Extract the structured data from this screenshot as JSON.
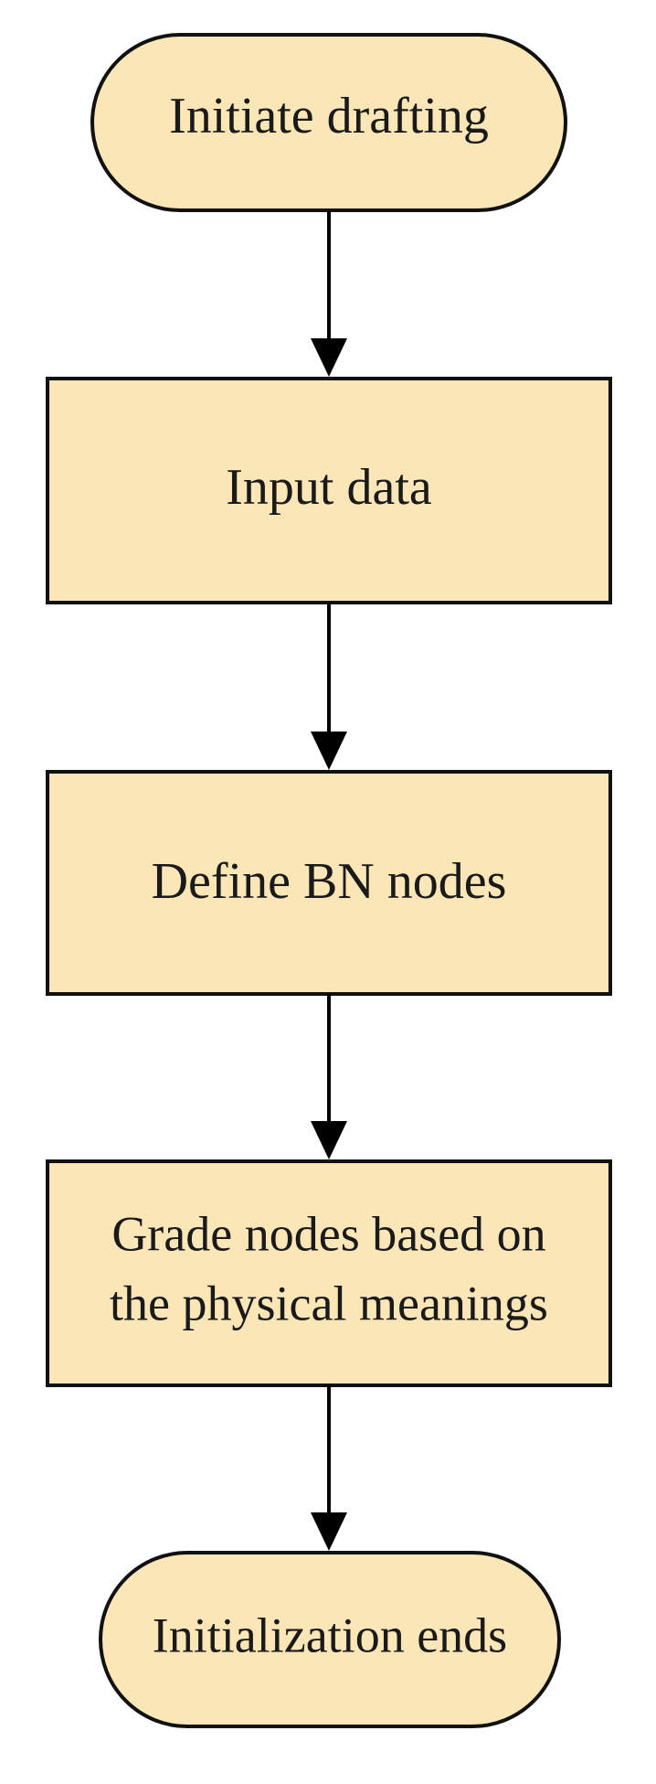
{
  "colors": {
    "node_fill": "#fbe6b8",
    "node_stroke": "#111111",
    "arrow": "#000000",
    "background": "#ffffff"
  },
  "nodes": {
    "start": {
      "label": "Initiate drafting",
      "shape": "terminal"
    },
    "input": {
      "label": "Input data",
      "shape": "process"
    },
    "define": {
      "label": "Define BN nodes",
      "shape": "process"
    },
    "grade": {
      "label_line1": "Grade nodes based on",
      "label_line2": "the physical meanings",
      "shape": "process"
    },
    "end": {
      "label": "Initialization ends",
      "shape": "terminal"
    }
  },
  "edges": [
    {
      "from": "start",
      "to": "input"
    },
    {
      "from": "input",
      "to": "define"
    },
    {
      "from": "define",
      "to": "grade"
    },
    {
      "from": "grade",
      "to": "end"
    }
  ]
}
